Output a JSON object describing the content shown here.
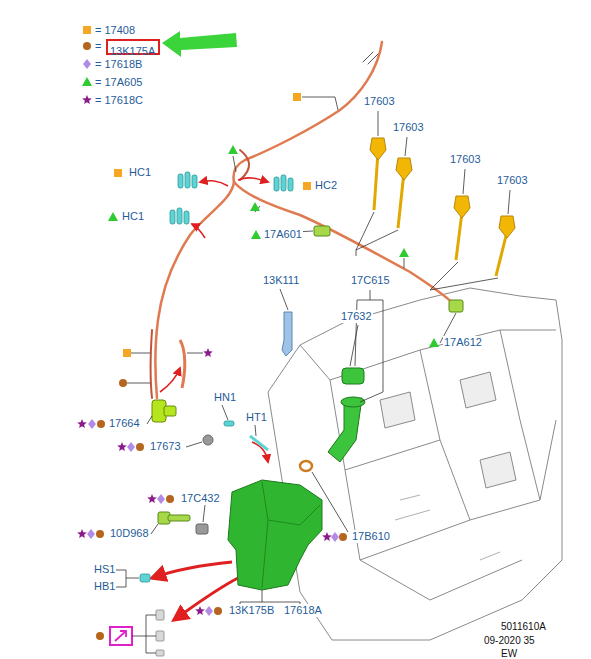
{
  "diagram": {
    "nodes": [
      {
        "text": [
          "13K175A"
        ]
      }
    ],
    "labels": [
      "17603",
      "17603",
      "17603",
      "17603",
      "HC1",
      "HC2",
      "HC1",
      "17A601",
      "13K111",
      "17C615",
      "17632",
      "17A612",
      "HN1",
      "HT1",
      "17664",
      "17673",
      "17C432",
      "10D968",
      "17B610",
      "HS1",
      "HB1",
      "13K175B",
      "17618A",
      "5011610A",
      "09-2020 35",
      "EW"
    ],
    "legend": [
      {
        "text": "= 17408"
      },
      {
        "text": "="
      },
      {
        "text": "= 17618B"
      },
      {
        "text": "= 17A605"
      },
      {
        "text": "= 17618C"
      }
    ]
  }
}
